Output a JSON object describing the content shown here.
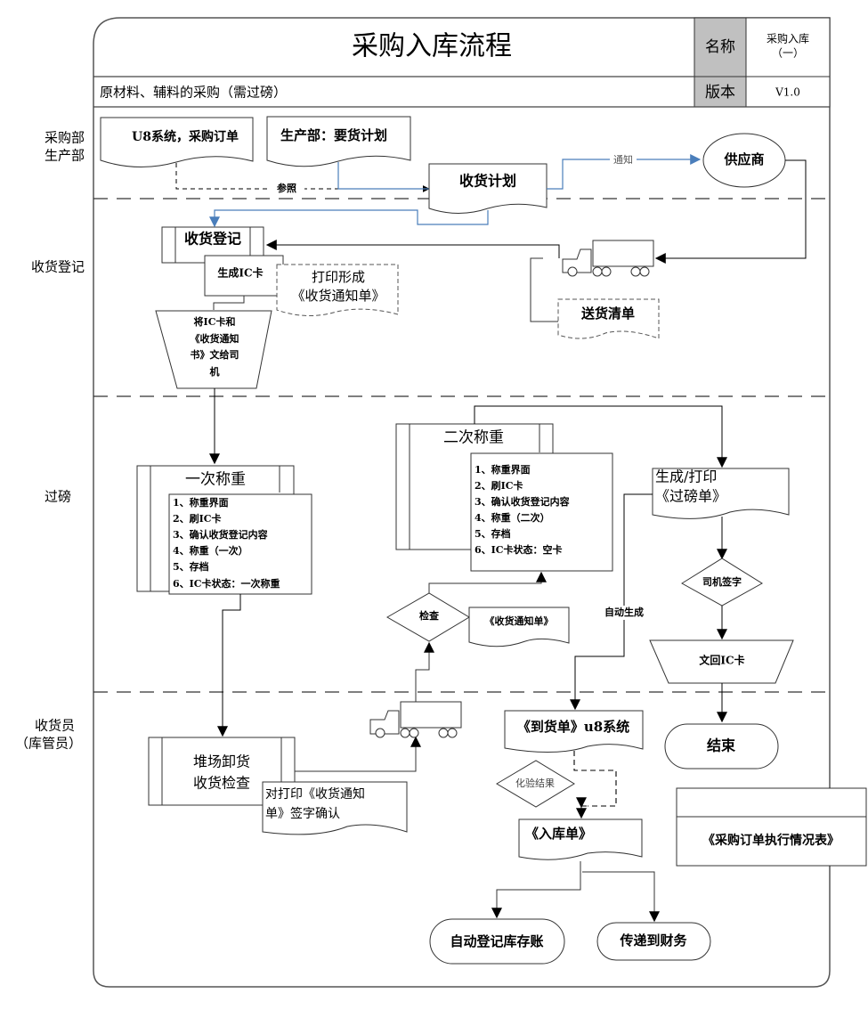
{
  "header": {
    "title": "采购入库流程",
    "subtitle": "原材料、辅料的采购（需过磅）",
    "name_label": "名称",
    "name_value_line1": "采购入库",
    "name_value_line2": "（一）",
    "version_label": "版本",
    "version_value": "V1.0"
  },
  "lanes": [
    {
      "label_line1": "采购部",
      "label_line2": "生产部"
    },
    {
      "label_line1": "收货登记",
      "label_line2": ""
    },
    {
      "label_line1": "过磅",
      "label_line2": ""
    },
    {
      "label_line1": "收货员",
      "label_line2": "（库管员）"
    }
  ],
  "nodes": {
    "u8_order": "U8系统，采购订单",
    "production_plan": "生产部：要货计划",
    "receiving_plan": "收货计划",
    "supplier": "供应商",
    "receiving_register": "收货登记",
    "generate_ic": "生成IC卡",
    "print_notice_line1": "打印形成",
    "print_notice_line2": "《收货通知单》",
    "delivery_list": "送货清单",
    "hand_to_driver_lines": [
      "将IC卡和",
      "《收货通知",
      "书》文给司",
      "机"
    ],
    "first_weigh_title": "一次称重",
    "first_weigh_steps": [
      "1、称重界面",
      "2、刷IC卡",
      "3、确认收货登记内容",
      "4、称重（一次）",
      "5、存档",
      "6、IC卡状态：一次称重"
    ],
    "second_weigh_title": "二次称重",
    "second_weigh_steps": [
      "1、称重界面",
      "2、刷IC卡",
      "3、确认收货登记内容",
      "4、称重（二次）",
      "5、存档",
      "6、IC卡状态：空卡"
    ],
    "inspect": "检查",
    "inspect_doc": "《收货通知单》",
    "weigh_slip_line1": "生成/打印",
    "weigh_slip_line2": "《过磅单》",
    "driver_sign": "司机签字",
    "return_ic": "文回IC卡",
    "end": "结束",
    "unload_line1": "堆场卸货",
    "unload_line2": "收货检查",
    "sign_confirm_line1": "对打印《收货通知",
    "sign_confirm_line2": "单》签字确认",
    "arrival_note": "《到货单》u8系统",
    "lab_result": "化验结果",
    "warehouse_receipt": "《入库单》",
    "auto_inventory": "自动登记库存账",
    "to_finance": "传递到财务",
    "po_exec_table": "《采购订单执行情况表》"
  },
  "edge_labels": {
    "reference": "参照",
    "notify": "通知",
    "auto_generate": "自动生成"
  },
  "colors": {
    "blue_connector": "#4a7ebb",
    "header_gray": "#c0c0c0",
    "border": "#555555"
  }
}
